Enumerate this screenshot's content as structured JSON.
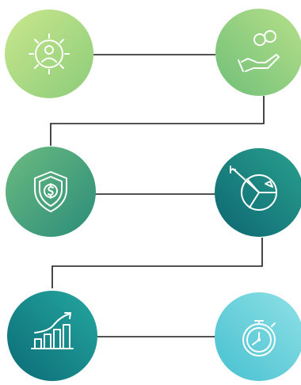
{
  "diagram": {
    "nodes": [
      {
        "id": "gear-person",
        "icon": "gear-person-icon",
        "colors": [
          "#bfe28a",
          "#8fcf7c"
        ]
      },
      {
        "id": "coins-hand",
        "icon": "coins-hand-icon",
        "colors": [
          "#a9dc86",
          "#7cc57a"
        ]
      },
      {
        "id": "shield-dollar",
        "icon": "shield-dollar-icon",
        "colors": [
          "#5fb07f",
          "#2e8f7a"
        ]
      },
      {
        "id": "radar",
        "icon": "radar-icon",
        "colors": [
          "#2a9a8a",
          "#0f6f74"
        ]
      },
      {
        "id": "growth-chart",
        "icon": "growth-chart-icon",
        "colors": [
          "#1e9c98",
          "#0c6f77"
        ]
      },
      {
        "id": "stopwatch",
        "icon": "stopwatch-icon",
        "colors": [
          "#6fd4dc",
          "#3cb8c8"
        ]
      }
    ],
    "connectors": [
      "row1-link",
      "drop1-link",
      "row2-link",
      "drop2-link",
      "row3-link"
    ]
  }
}
